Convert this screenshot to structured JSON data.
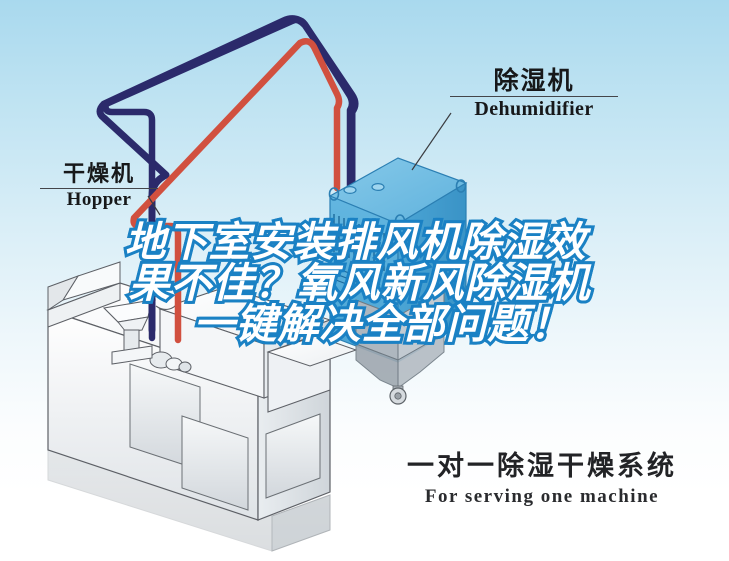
{
  "background": {
    "top_color": "#a9d9ee",
    "bottom_color": "#ffffff"
  },
  "labels": {
    "dehumidifier": {
      "cn": "除湿机",
      "en": "Dehumidifier"
    },
    "hopper": {
      "cn": "干燥机",
      "en": "Hopper"
    }
  },
  "headline": {
    "line1": "地下室安装排风机除湿效",
    "line2": "果不佳？氧风新风除湿机",
    "line3": "一键解决全部问题！",
    "fill_color": "#ffffff",
    "outline_color": "#1a81c4"
  },
  "caption": {
    "cn": "一对一除湿干燥系统",
    "en": "For serving one machine"
  },
  "diagram": {
    "pipes": [
      {
        "name": "return-air-pipe",
        "color": "#2b2a6b"
      },
      {
        "name": "supply-air-pipe",
        "color": "#d1503f"
      }
    ],
    "dehumidifier_unit": {
      "body_color": "#5ab3e0",
      "top_color": "#7cc6e8",
      "side_color": "#3f9ed0"
    },
    "machine_unit": {
      "body_color": "#f2f4f6",
      "outline_color": "#5d6066"
    }
  }
}
